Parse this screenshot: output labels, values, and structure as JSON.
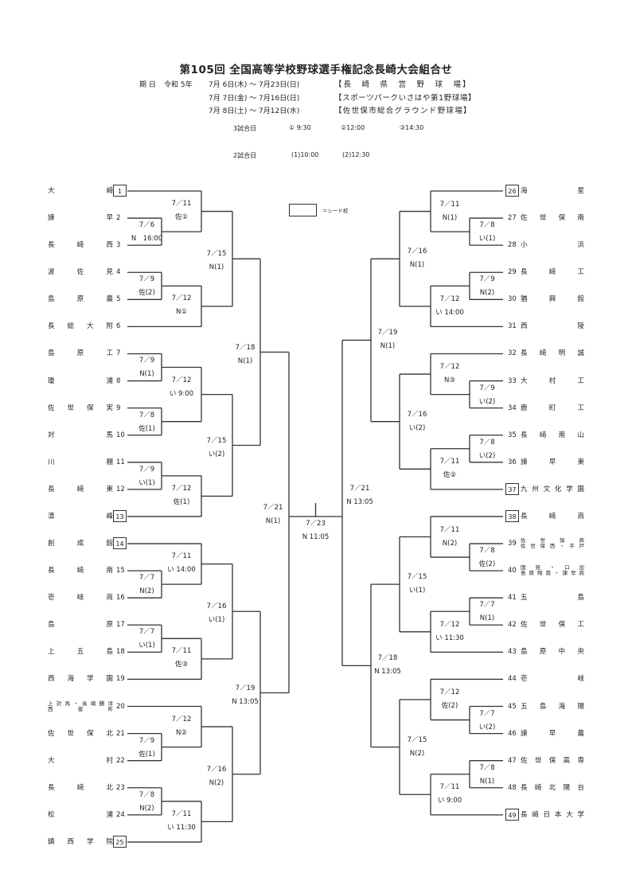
{
  "title": "第105回 全国高等学校野球選手権記念長崎大会組合せ",
  "schedule": {
    "label": "期 日",
    "era": "令和 5年",
    "rows": [
      {
        "range": "7月 6日(木) ～ 7月23日(日)",
        "venue": "【長　崎　県　営　野　球　場】"
      },
      {
        "range": "7月 7日(金) ～ 7月16日(日)",
        "venue": "【スポーツパークいさはや第1野球場】"
      },
      {
        "range": "7月 8日(土) ～ 7月12日(水)",
        "venue": "【佐世保市総合グラウンド野球場】"
      }
    ]
  },
  "times": {
    "three_game_day": {
      "label": "3試合日",
      "slots": [
        "① 9:30",
        "②12:00",
        "③14:30"
      ]
    },
    "two_game_day": {
      "label": "2試合日",
      "slots": [
        "(1)10:00",
        "(2)12:30"
      ]
    }
  },
  "legend": {
    "text": "＝シード校"
  },
  "teams_left": [
    {
      "no": "1",
      "name": [
        "大",
        "崎"
      ],
      "seed": true
    },
    {
      "no": "2",
      "name": [
        "諫",
        "早"
      ]
    },
    {
      "no": "3",
      "name": [
        "長",
        "崎",
        "西"
      ]
    },
    {
      "no": "4",
      "name": [
        "波",
        "佐",
        "見"
      ]
    },
    {
      "no": "5",
      "name": [
        "島",
        "原",
        "農"
      ]
    },
    {
      "no": "6",
      "name": [
        "長",
        "総",
        "大",
        "附"
      ]
    },
    {
      "no": "7",
      "name": [
        "島",
        "原",
        "工"
      ]
    },
    {
      "no": "8",
      "name": [
        "瓊",
        "浦"
      ]
    },
    {
      "no": "9",
      "name": [
        "佐",
        "世",
        "保",
        "実"
      ]
    },
    {
      "no": "10",
      "name": [
        "対",
        "馬"
      ]
    },
    {
      "no": "11",
      "name": [
        "川",
        "棚"
      ]
    },
    {
      "no": "12",
      "name": [
        "長",
        "崎",
        "東"
      ]
    },
    {
      "no": "13",
      "name": [
        "清",
        "峰"
      ],
      "seed": true
    },
    {
      "no": "14",
      "name": [
        "創",
        "成",
        "館"
      ],
      "seed": true
    },
    {
      "no": "15",
      "name": [
        "長",
        "崎",
        "南"
      ]
    },
    {
      "no": "16",
      "name": [
        "壱",
        "岐",
        "商"
      ]
    },
    {
      "no": "17",
      "name": [
        "島",
        "原"
      ]
    },
    {
      "no": "18",
      "name": [
        "上",
        "五",
        "島"
      ]
    },
    {
      "no": "19",
      "name": [
        "西",
        "海",
        "学",
        "園"
      ]
    },
    {
      "no": "20",
      "two_line": [
        [
          "上",
          "対",
          "馬",
          "・",
          "長",
          "崎",
          "鶴",
          "洋"
        ],
        [
          "西",
          "彼",
          "杵"
        ]
      ]
    },
    {
      "no": "21",
      "name": [
        "佐",
        "世",
        "保",
        "北"
      ]
    },
    {
      "no": "22",
      "name": [
        "大",
        "村"
      ]
    },
    {
      "no": "23",
      "name": [
        "長",
        "崎",
        "北"
      ]
    },
    {
      "no": "24",
      "name": [
        "松",
        "浦"
      ]
    },
    {
      "no": "25",
      "name": [
        "鎮",
        "西",
        "学",
        "院"
      ],
      "seed": true
    }
  ],
  "teams_right": [
    {
      "no": "26",
      "name": [
        "海",
        "星"
      ],
      "seed": true
    },
    {
      "no": "27",
      "name": [
        "佐",
        "世",
        "保",
        "南"
      ]
    },
    {
      "no": "28",
      "name": [
        "小",
        "浜"
      ]
    },
    {
      "no": "29",
      "name": [
        "長",
        "崎",
        "工"
      ]
    },
    {
      "no": "30",
      "name": [
        "猶",
        "興",
        "館"
      ]
    },
    {
      "no": "31",
      "name": [
        "西",
        "陵"
      ]
    },
    {
      "no": "32",
      "name": [
        "長",
        "崎",
        "明",
        "誠"
      ]
    },
    {
      "no": "33",
      "name": [
        "大",
        "村",
        "工"
      ]
    },
    {
      "no": "34",
      "name": [
        "鹿",
        "町",
        "工"
      ]
    },
    {
      "no": "35",
      "name": [
        "長",
        "崎",
        "南",
        "山"
      ]
    },
    {
      "no": "36",
      "name": [
        "諫",
        "早",
        "東"
      ]
    },
    {
      "no": "37",
      "name": [
        "九",
        "州",
        "文",
        "化",
        "学",
        "園"
      ],
      "seed": true
    },
    {
      "no": "38",
      "name": [
        "長",
        "崎",
        "商"
      ],
      "seed": true
    },
    {
      "no": "39",
      "two_line": [
        [
          "佐",
          "世",
          "保",
          "商"
        ],
        [
          "佐",
          "世",
          "保",
          "西",
          "・",
          "平",
          "戸"
        ]
      ]
    },
    {
      "no": "40",
      "two_line": [
        [
          "国",
          "見",
          "・",
          "口",
          "加"
        ],
        [
          "島",
          "原",
          "翔",
          "南",
          "・",
          "諫",
          "早",
          "商"
        ]
      ]
    },
    {
      "no": "41",
      "name": [
        "五",
        "島"
      ]
    },
    {
      "no": "42",
      "name": [
        "佐",
        "世",
        "保",
        "工"
      ]
    },
    {
      "no": "43",
      "name": [
        "島",
        "原",
        "中",
        "央"
      ]
    },
    {
      "no": "44",
      "name": [
        "壱",
        "岐"
      ]
    },
    {
      "no": "45",
      "name": [
        "五",
        "島",
        "海",
        "陽"
      ]
    },
    {
      "no": "46",
      "name": [
        "諫",
        "早",
        "農"
      ]
    },
    {
      "no": "47",
      "name": [
        "佐",
        "世",
        "保",
        "高",
        "専"
      ]
    },
    {
      "no": "48",
      "name": [
        "長",
        "崎",
        "北",
        "陽",
        "台"
      ]
    },
    {
      "no": "49",
      "name": [
        "長",
        "崎",
        "日",
        "本",
        "大",
        "学"
      ],
      "seed": true
    }
  ],
  "matches": {
    "left_r1": [
      {
        "teams": [
          2,
          3
        ],
        "date": "7／6",
        "venue": "N　16:00"
      },
      {
        "teams": [
          4,
          5
        ],
        "date": "7／9",
        "venue": "佐(2)"
      },
      {
        "teams": [
          7,
          8
        ],
        "date": "7／9",
        "venue": "N(1)"
      },
      {
        "teams": [
          9,
          10
        ],
        "date": "7／8",
        "venue": "佐(1)"
      },
      {
        "teams": [
          11,
          12
        ],
        "date": "7／9",
        "venue": "い(1)"
      },
      {
        "teams": [
          15,
          16
        ],
        "date": "7／7",
        "venue": "N(2)"
      },
      {
        "teams": [
          17,
          18
        ],
        "date": "7／7",
        "venue": "い(1)"
      },
      {
        "teams": [
          21,
          22
        ],
        "date": "7／9",
        "venue": "佐(1)"
      },
      {
        "teams": [
          23,
          24
        ],
        "date": "7／8",
        "venue": "N(2)"
      }
    ],
    "left_r2": [
      {
        "date": "7／11",
        "venue": "佐①"
      },
      {
        "date": "7／12",
        "venue": "N①"
      },
      {
        "date": "7／12",
        "venue": "い 9:00"
      },
      {
        "date": "7／12",
        "venue": "佐(1)"
      },
      {
        "date": "7／11",
        "venue": "い 14:00"
      },
      {
        "date": "7／11",
        "venue": "佐③"
      },
      {
        "date": "7／12",
        "venue": "N②"
      },
      {
        "date": "7／11",
        "venue": "い 11:30"
      }
    ],
    "left_r3": [
      {
        "date": "7／15",
        "venue": "N(1)"
      },
      {
        "date": "7／15",
        "venue": "い(2)"
      },
      {
        "date": "7／16",
        "venue": "い(1)"
      },
      {
        "date": "7／16",
        "venue": "N(2)"
      }
    ],
    "left_qf": [
      {
        "date": "7／18",
        "venue": "N(1)"
      },
      {
        "date": "7／19",
        "venue": "N 13:05"
      }
    ],
    "left_sf": {
      "date": "7／21",
      "venue": "N(1)"
    },
    "final": {
      "date": "7／23",
      "venue": "N 11:05"
    },
    "right_sf": {
      "date": "7／21",
      "venue": "N 13:05"
    },
    "right_qf": [
      {
        "date": "7／19",
        "venue": "N(1)"
      },
      {
        "date": "7／18",
        "venue": "N 13:05"
      }
    ],
    "right_r3": [
      {
        "date": "7／16",
        "venue": "N(1)"
      },
      {
        "date": "7／16",
        "venue": "い(2)"
      },
      {
        "date": "7／15",
        "venue": "い(1)"
      },
      {
        "date": "7／15",
        "venue": "N(2)"
      }
    ],
    "right_r2": [
      {
        "date": "7／11",
        "venue": "N(1)"
      },
      {
        "date": "7／12",
        "venue": "い 14:00"
      },
      {
        "date": "7／12",
        "venue": "N③"
      },
      {
        "date": "7／11",
        "venue": "佐②"
      },
      {
        "date": "7／11",
        "venue": "N(2)"
      },
      {
        "date": "7／12",
        "venue": "い 11:30"
      },
      {
        "date": "7／12",
        "venue": "佐(2)"
      },
      {
        "date": "7／11",
        "venue": "い 9:00"
      }
    ],
    "right_r1": [
      {
        "date": "7／8",
        "venue": "い(1)"
      },
      {
        "date": "7／9",
        "venue": "N(2)"
      },
      {
        "date": "7／9",
        "venue": "い(2)"
      },
      {
        "date": "7／8",
        "venue": "い(2)"
      },
      {
        "date": "7／8",
        "venue": "佐(2)"
      },
      {
        "date": "7／7",
        "venue": "N(1)"
      },
      {
        "date": "7／7",
        "venue": "い(2)"
      },
      {
        "date": "7／8",
        "venue": "N(1)"
      }
    ]
  }
}
